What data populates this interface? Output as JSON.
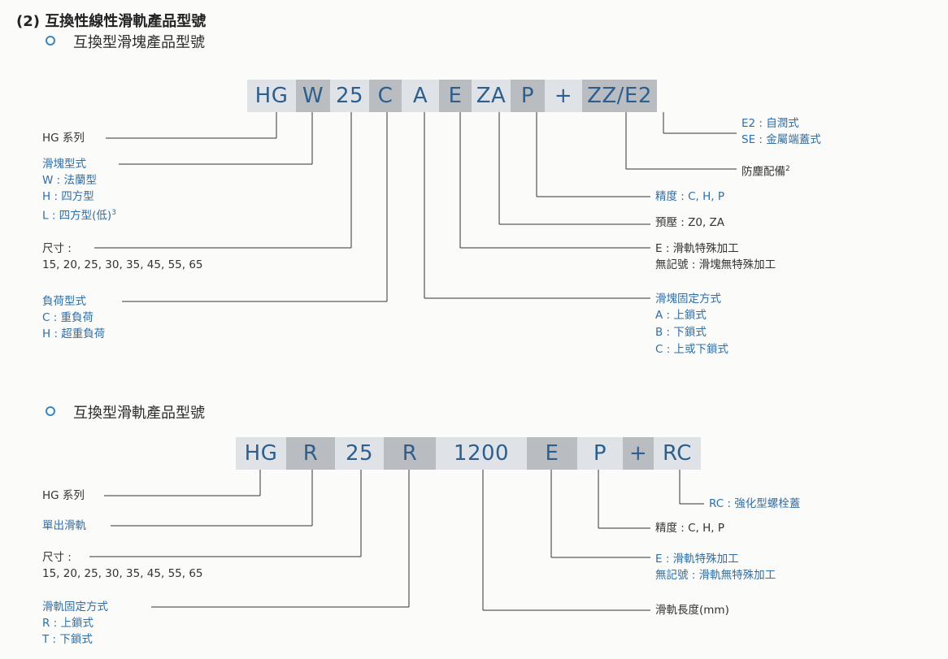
{
  "section_title": "(2) 互換性線性滑軌產品型號",
  "block": {
    "subtitle": "互換型滑塊產品型號",
    "code": [
      {
        "text": "HG",
        "shade": "light",
        "w": 60
      },
      {
        "text": "W",
        "shade": "dark",
        "w": 42
      },
      {
        "text": "25",
        "shade": "light",
        "w": 48
      },
      {
        "text": "C",
        "shade": "dark",
        "w": 40
      },
      {
        "text": "A",
        "shade": "light",
        "w": 46
      },
      {
        "text": "E",
        "shade": "dark",
        "w": 40
      },
      {
        "text": "ZA",
        "shade": "light",
        "w": 48
      },
      {
        "text": "P",
        "shade": "dark",
        "w": 42
      },
      {
        "text": "+",
        "shade": "light",
        "w": 46
      },
      {
        "text": "ZZ/E2",
        "shade": "dark",
        "w": 92
      }
    ],
    "left": {
      "series": "HG 系列",
      "type_title": "滑塊型式",
      "type_w": "W : 法蘭型",
      "type_h": "H : 四方型",
      "type_l": "L : 四方型(低)",
      "type_l_sup": "3",
      "size_title": "尺寸 :",
      "size_values": "15, 20, 25, 30, 35, 45, 55, 65",
      "load_title": "負荷型式",
      "load_c": "C : 重負荷",
      "load_h": "H : 超重負荷"
    },
    "right": {
      "e2": "E2 : 自潤式",
      "se": "SE : 金屬端蓋式",
      "dust": "防塵配備",
      "dust_sup": "2",
      "precision": "精度 : C, H, P",
      "preload": "預壓 : Z0, ZA",
      "e_special": "E : 滑軌特殊加工",
      "no_mark": "無記號 : 滑塊無特殊加工",
      "mount_title": "滑塊固定方式",
      "mount_a": "A : 上鎖式",
      "mount_b": "B : 下鎖式",
      "mount_c": "C : 上或下鎖式"
    }
  },
  "rail": {
    "subtitle": "互換型滑軌產品型號",
    "code": [
      {
        "text": "HG",
        "shade": "light",
        "w": 62
      },
      {
        "text": "R",
        "shade": "dark",
        "w": 60
      },
      {
        "text": "25",
        "shade": "light",
        "w": 60
      },
      {
        "text": "R",
        "shade": "dark",
        "w": 64
      },
      {
        "text": "1200",
        "shade": "light",
        "w": 112
      },
      {
        "text": "E",
        "shade": "dark",
        "w": 62
      },
      {
        "text": "P",
        "shade": "light",
        "w": 56
      },
      {
        "text": "+",
        "shade": "dark",
        "w": 38
      },
      {
        "text": "RC",
        "shade": "light",
        "w": 58
      }
    ],
    "left": {
      "series": "HG 系列",
      "single": "單出滑軌",
      "size_title": "尺寸 :",
      "size_values": "15, 20, 25, 30, 35, 45, 55, 65",
      "mount_title": "滑軌固定方式",
      "mount_r": "R : 上鎖式",
      "mount_t": "T : 下鎖式"
    },
    "right": {
      "rc": "RC : 強化型螺栓蓋",
      "precision": "精度 : C, H, P",
      "e_special": "E : 滑軌特殊加工",
      "no_mark": "無記號 : 滑軌無特殊加工",
      "length": "滑軌長度(mm)"
    }
  }
}
